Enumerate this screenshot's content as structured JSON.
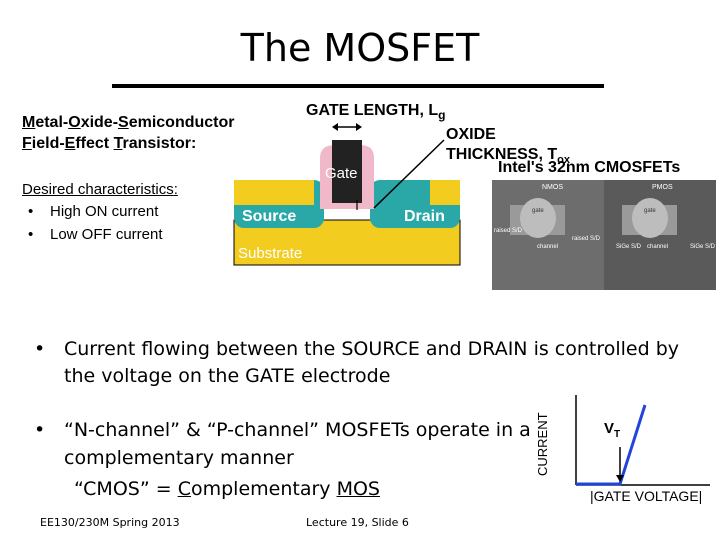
{
  "title": "The MOSFET",
  "acronym": {
    "line1": {
      "m": "M",
      "etal": "etal-",
      "o": "O",
      "xide": "xide-",
      "s": "S",
      "emiconductor": "emiconductor"
    },
    "line2": {
      "f": "F",
      "ield": "ield-",
      "e": "E",
      "ffect": "ffect ",
      "t": "T",
      "ransistor": "ransistor:"
    }
  },
  "desired": {
    "heading": "Desired characteristics",
    "colon": ":",
    "items": [
      "High ON current",
      "Low OFF current"
    ]
  },
  "diagram": {
    "gate_length_label": "GATE LENGTH, L",
    "gate_length_sub": "g",
    "oxide_line1": "OXIDE",
    "oxide_line2": "THICKNESS, T",
    "oxide_sub": "ox",
    "gate": "Gate",
    "source": "Source",
    "drain": "Drain",
    "substrate": "Substrate",
    "intel_caption": "Intel's 32nm CMOSFETs",
    "photo_labels": {
      "nmos": "NMOS",
      "pmos": "PMOS",
      "gate": "gate",
      "raised_sd": "raised S/D",
      "channel": "channel",
      "sige_sd": "SiGe S/D"
    }
  },
  "bullets": {
    "b1": "Current flowing between the SOURCE and DRAIN is controlled by the voltage on the GATE electrode",
    "b2": "“N-channel” & “P-channel” MOSFETs operate in a complementary manner",
    "cmos_prefix": "“CMOS” = ",
    "cmos_c": "C",
    "cmos_omplementary": "omplementary ",
    "cmos_mos": "MOS",
    "cmos_suffix": "”"
  },
  "graph": {
    "ylabel": "CURRENT",
    "vt": "V",
    "vt_sub": "T",
    "xlabel": "|GATE VOLTAGE|"
  },
  "footer": {
    "course": "EE130/230M Spring 2013",
    "lecture": "Lecture 19, Slide 6"
  },
  "colors": {
    "substrate": "#f2cc1f",
    "source_drain": "#2aa8a8",
    "oxide": "#f0b8c8",
    "gate": "#222222",
    "graph_line": "#2244dd"
  }
}
